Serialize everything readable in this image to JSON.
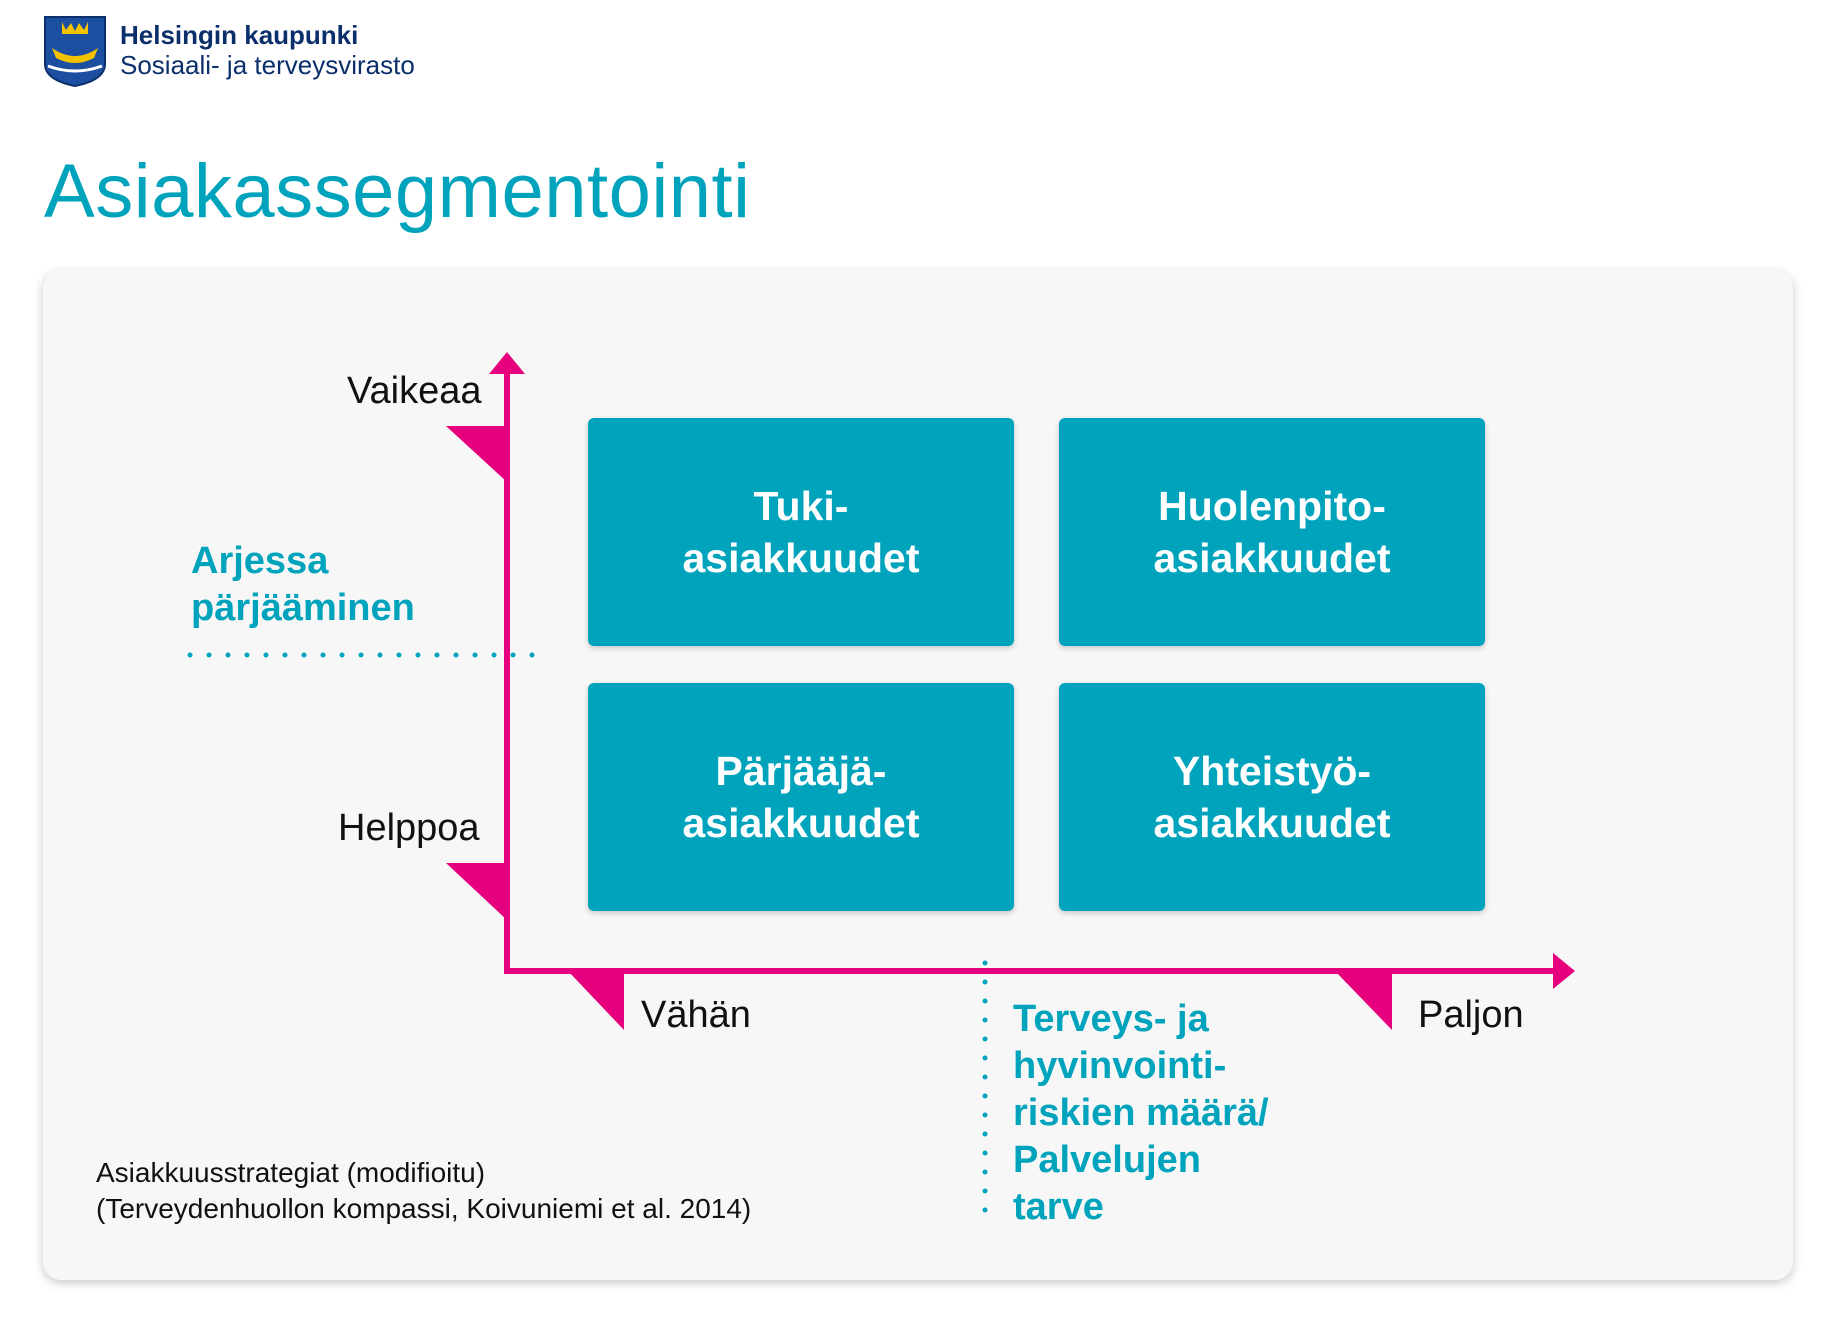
{
  "header": {
    "org_name": "Helsingin kaupunki",
    "org_subtitle": "Sosiaali- ja terveysvirasto",
    "logo_icon": "helsinki-coat-of-arms-icon"
  },
  "title": "Asiakassegmentointi",
  "colors": {
    "teal": "#00a3bc",
    "magenta": "#e6007e",
    "navy": "#0b2f6b"
  },
  "diagram": {
    "y_axis": {
      "top_label": "Vaikeaa",
      "bottom_label": "Helppoa",
      "name": "Arjessa\npärjääminen"
    },
    "x_axis": {
      "left_label": "Vähän",
      "right_label": "Paljon",
      "name": "Terveys- ja\nhyvinvointi-\nriskien määrä/\nPalvelujen\ntarve"
    },
    "segments": [
      {
        "label": "Tuki-\nasiakkuudet"
      },
      {
        "label": "Huolenpito-\nasiakkuudet"
      },
      {
        "label": "Pärjääjä-\nasiakkuudet"
      },
      {
        "label": "Yhteistyö-\nasiakkuudet"
      }
    ]
  },
  "source": {
    "line1": "Asiakkuusstrategiat (modifioitu)",
    "line2": "(Terveydenhuollon kompassi, Koivuniemi et al. 2014)"
  }
}
